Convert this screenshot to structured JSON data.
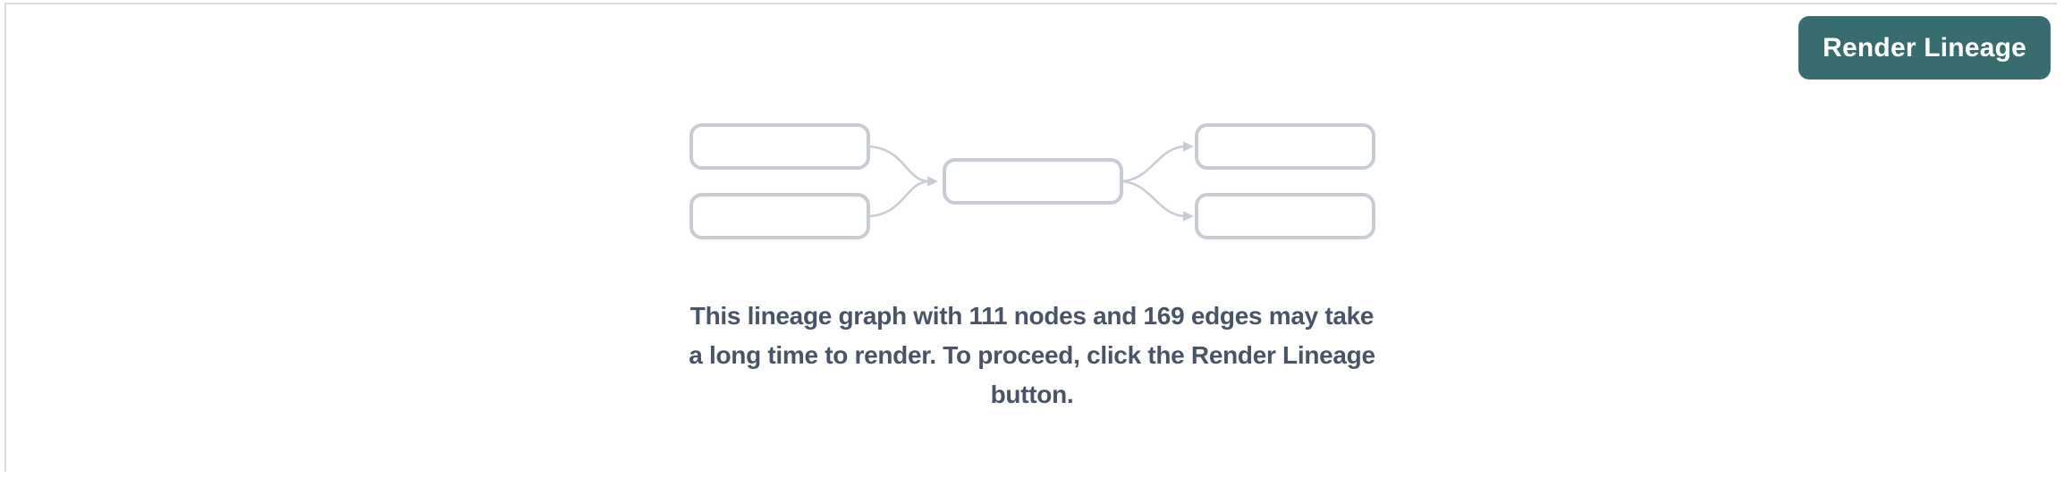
{
  "colors": {
    "accent_teal": "#386d6f",
    "node_border": "#c8ccd5",
    "message_text": "#4a5468",
    "panel_border": "#dcdce0",
    "button_text": "#ffffff"
  },
  "toolbar": {
    "render_button_label": "Render Lineage"
  },
  "empty_state": {
    "illustration": "lineage-graph-placeholder: 2 source nodes -> 1 middle node -> 2 target nodes, connected by curved arrows",
    "node_count": "111",
    "edge_count": "169",
    "message_full": "This lineage graph with 111 nodes and 169 edges may take a long time to render. To proceed, click the Render Lineage button.",
    "lines": [
      "This lineage graph with 111 nodes and 169 edges may take",
      "a long time to render. To proceed, click the Render Lineage",
      "button."
    ]
  }
}
